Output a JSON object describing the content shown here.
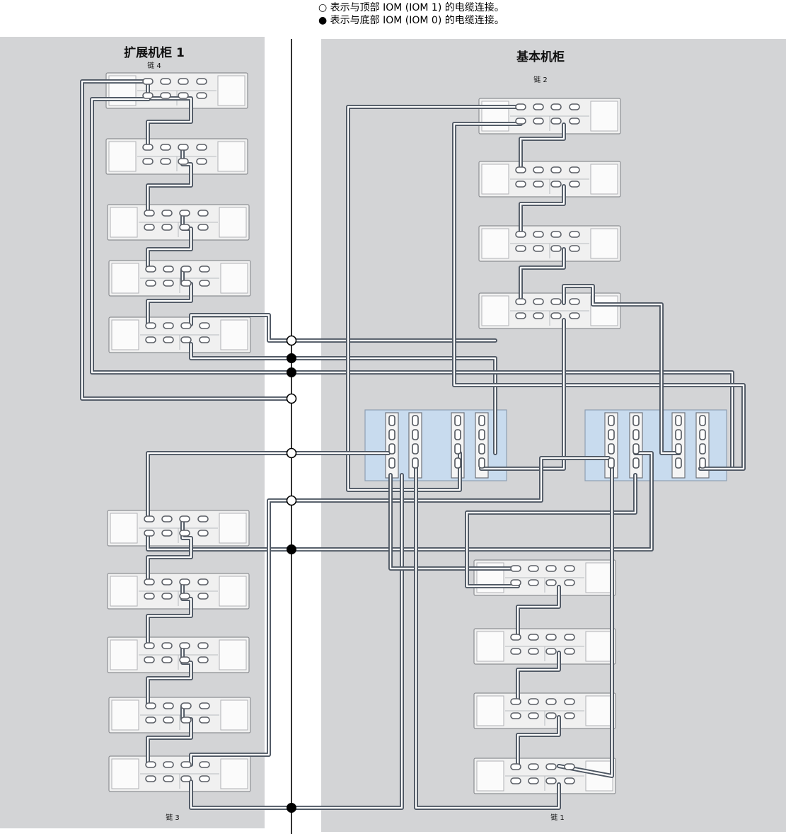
{
  "legend": {
    "open": "○ 表示与顶部 IOM (IOM 1) 的电缆连接。",
    "filled": "● 表示与底部 IOM (IOM 0) 的电缆连接。"
  },
  "cabinets": {
    "expansion_title": "扩展机柜 1",
    "base_title": "基本机柜"
  },
  "chains": {
    "chain4": "链 4",
    "chain2": "链 2",
    "chain3": "链 3",
    "chain1": "链 1"
  },
  "colors": {
    "panel": "#d3d4d6",
    "shelf": "#efefef",
    "controller": "#c9dcee",
    "cable_outer": "#4e5763",
    "cable_inner": "#ffffff"
  }
}
